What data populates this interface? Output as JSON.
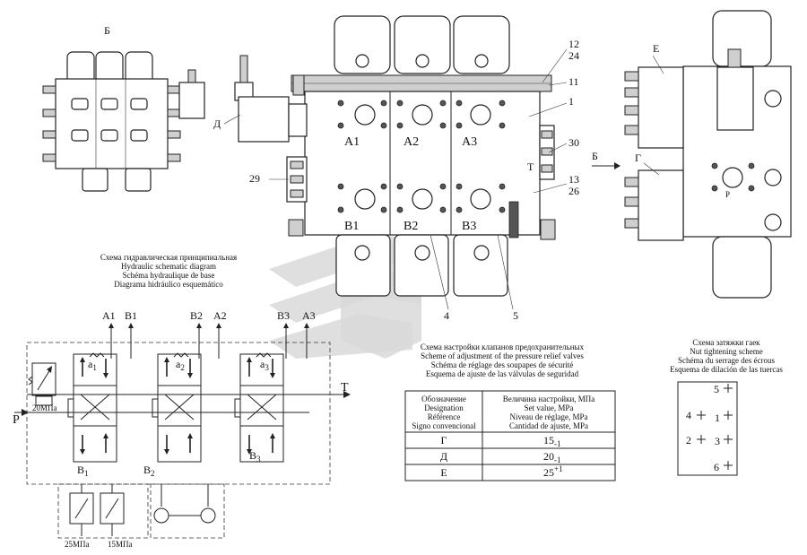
{
  "views": {
    "side_view_b_label": "Б",
    "right_view_e_label": "Е",
    "right_view_g_label": "Г",
    "arrow_b_label": "Б",
    "left_d_label": "Д",
    "right_p_label": "P"
  },
  "main_view": {
    "sections_top": [
      "A1",
      "A2",
      "A3"
    ],
    "sections_bottom": [
      "B1",
      "B2",
      "B3"
    ],
    "port_t": "T",
    "callouts": {
      "c12": "12",
      "c24": "24",
      "c11": "11",
      "c1": "1",
      "c30": "30",
      "c13": "13",
      "c26": "26",
      "c29": "29",
      "c4": "4",
      "c5": "5"
    }
  },
  "hydraulic_title": [
    "Схема гидравлическая принципиальная",
    "Hydraulic schematic diagram",
    "Schéma hydraulique de base",
    "Diagrama hidráulico esquemático"
  ],
  "hydraulic": {
    "top_ports": [
      "A1",
      "B1",
      "B2",
      "A2",
      "B3",
      "A3"
    ],
    "port_p": "P",
    "port_t": "T",
    "relief_main": "20МПа",
    "relief_b1_a": "25МПа",
    "relief_b1_b": "15МПа",
    "a_labels": [
      "a",
      "a",
      "a"
    ],
    "a_subs": [
      "1",
      "2",
      "3"
    ],
    "b_labels": [
      "B",
      "B",
      "B"
    ],
    "b_subs": [
      "1",
      "2",
      "3"
    ]
  },
  "relief_title": [
    "Схема настройки клапанов предохранительных",
    "Scheme of adjustment of the pressure relief valves",
    "Schéma de réglage des soupapes de sécurité",
    "Esquema de ajuste de las válvulas de seguridad"
  ],
  "relief_table": {
    "header_col1": [
      "Обозначение",
      "Designation",
      "Référence",
      "Signo convencional"
    ],
    "header_col2": [
      "Величина настройки, МПа",
      "Set value, MPa",
      "Niveau de réglage, MPa",
      "Cantidad de ajuste, MPa"
    ],
    "rows": [
      {
        "designation": "Г",
        "value": "15",
        "tol": "-1"
      },
      {
        "designation": "Д",
        "value": "20",
        "tol": "-1"
      },
      {
        "designation": "Е",
        "value": "25",
        "tol": "+1"
      }
    ]
  },
  "nut_title": [
    "Схема затяжки гаек",
    "Nut tightening scheme",
    "Schéma du serrage des écrous",
    "Esquema de dilación de las tuercas"
  ],
  "nut_scheme": {
    "numbers": [
      "5",
      "4",
      "1",
      "2",
      "3",
      "6"
    ]
  }
}
